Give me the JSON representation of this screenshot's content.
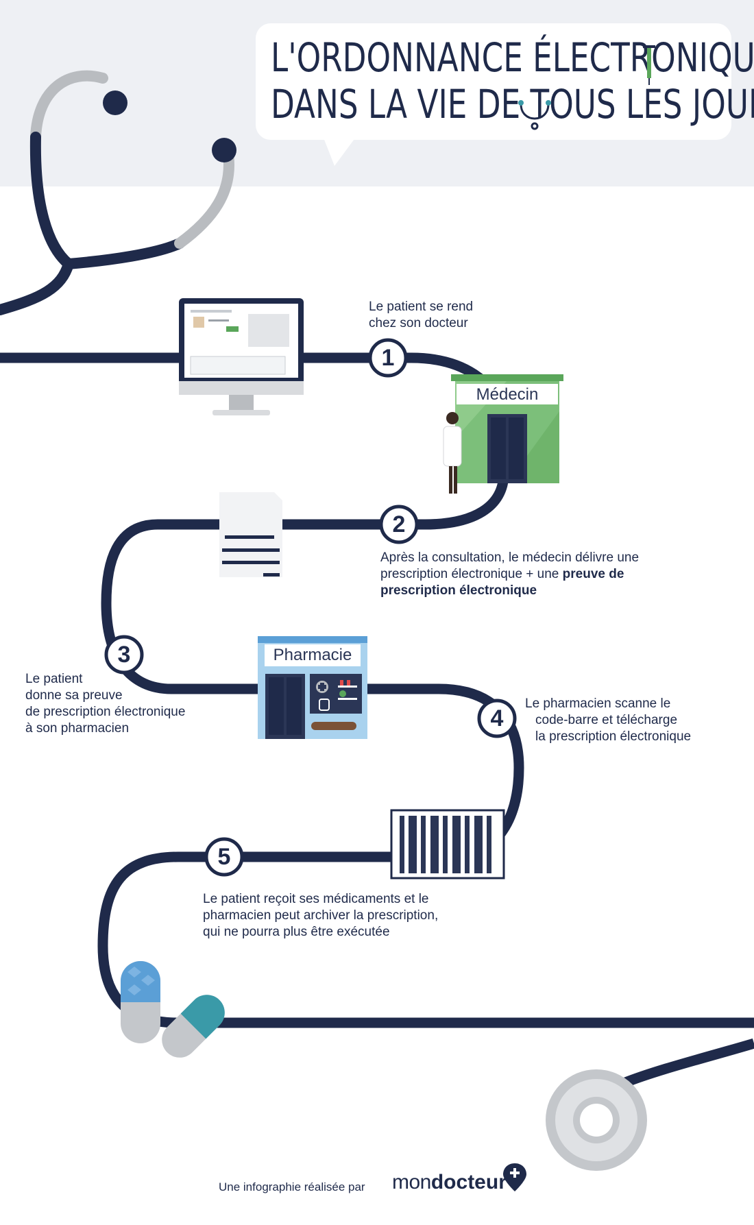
{
  "title": {
    "line1": "L'ORDONNANCE ÉLECTRONIQUE",
    "line2": "DANS LA VIE DE TOUS LES JOURS"
  },
  "signs": {
    "medecin": "Médecin",
    "pharmacie": "Pharmacie"
  },
  "steps": [
    {
      "number": "1",
      "text_lines": [
        "Le patient se rend",
        "chez son docteur"
      ]
    },
    {
      "number": "2",
      "text_line1": "Après la consultation, le médecin délivre une",
      "text_line2_plain": "prescription électronique + une ",
      "text_line2_bold": "preuve de",
      "text_line3_bold": "prescription électronique"
    },
    {
      "number": "3",
      "text_lines": [
        "Le patient",
        "donne sa preuve",
        "de prescription électronique",
        "à son pharmacien"
      ]
    },
    {
      "number": "4",
      "text_lines": [
        "Le pharmacien scanne le",
        "code-barre et télécharge",
        "la prescription électronique"
      ]
    },
    {
      "number": "5",
      "text_lines": [
        "Le patient reçoit ses médicaments et le",
        "pharmacien peut archiver la prescription,",
        "qui ne pourra plus être exécutée"
      ]
    }
  ],
  "footer": {
    "credit": "Une infographie réalisée par",
    "brand_light": "mon",
    "brand_bold": "docteur"
  },
  "colors": {
    "navy": "#1f2a4a",
    "grey": "#b9bcc0",
    "background_band": "#eef0f4",
    "green": "#5aa65a",
    "blue": "#5b9fd6",
    "teal": "#3a9aa8"
  }
}
